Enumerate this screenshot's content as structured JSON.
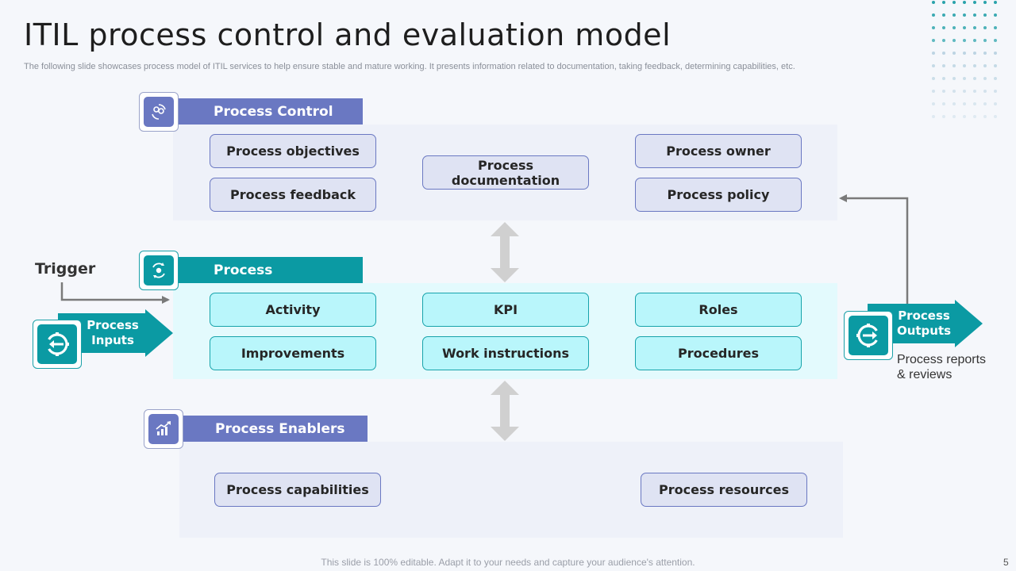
{
  "title": "ITIL process control and evaluation model",
  "subtitle": "The following slide showcases process model of ITIL services to help ensure stable and mature working. It presents information related to documentation, taking feedback, determining capabilities, etc.",
  "sections": {
    "control": {
      "label": "Process Control",
      "icon": "people-cycle-icon",
      "items": [
        "Process objectives",
        "Process feedback",
        "Process documentation",
        "Process owner",
        "Process policy"
      ]
    },
    "process": {
      "label": "Process",
      "icon": "gear-cycle-icon",
      "items": [
        "Activity",
        "Improvements",
        "KPI",
        "Work instructions",
        "Roles",
        "Procedures"
      ]
    },
    "enablers": {
      "label": "Process Enablers",
      "icon": "growth-chart-icon",
      "items": [
        "Process capabilities",
        "Process resources"
      ]
    }
  },
  "trigger": "Trigger",
  "inputs": {
    "label_line1": "Process",
    "label_line2": "Inputs",
    "icon": "gear-input-icon"
  },
  "outputs": {
    "label_line1": "Process",
    "label_line2": "Outputs",
    "icon": "gear-output-icon",
    "note_line1": "Process reports",
    "note_line2": "& reviews"
  },
  "footer": "This slide is 100% editable. Adapt it to your needs and capture your audience's attention.",
  "page_number": "5",
  "colors": {
    "purple": "#6a78c2",
    "teal": "#0b9aa3",
    "lavender": "#dfe3f3",
    "cyan": "#b9f6fb"
  }
}
